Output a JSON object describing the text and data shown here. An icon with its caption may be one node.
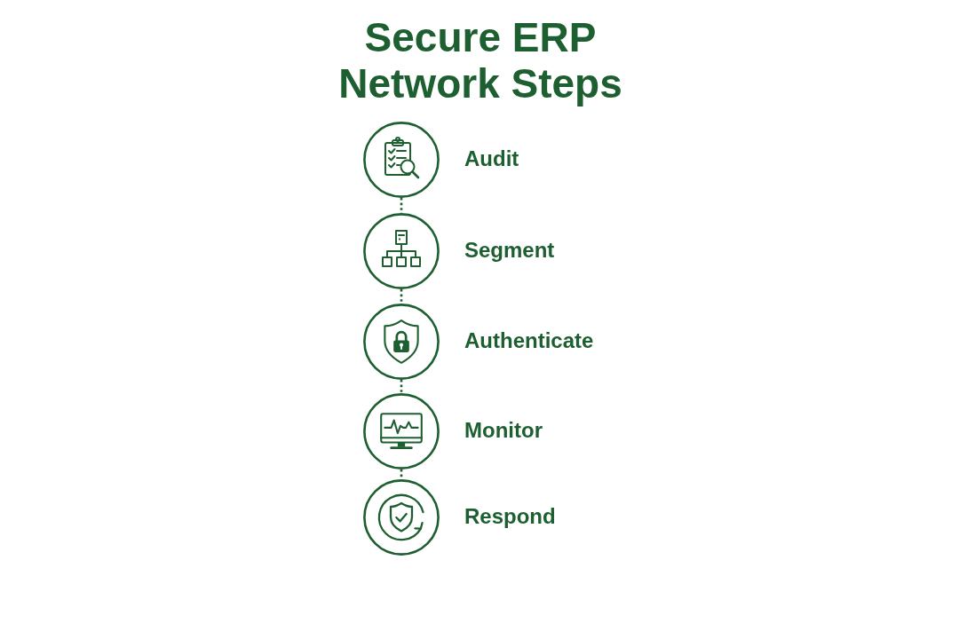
{
  "diagram": {
    "title": "Secure ERP Network Steps",
    "nodes": [
      {
        "text": [],
        "shape": "circle",
        "beside": [
          "Audit"
        ]
      },
      {
        "text": [],
        "shape": "circle",
        "beside": [
          "Segment"
        ]
      },
      {
        "text": [],
        "shape": "circle",
        "beside": [
          "Authenticate"
        ]
      },
      {
        "text": [],
        "shape": "circle",
        "beside": [
          "Monitor"
        ]
      },
      {
        "text": [],
        "shape": "circle",
        "beside": [
          "Respond"
        ]
      }
    ],
    "edges": [
      {
        "from": 0,
        "to": 1,
        "arrow": "none",
        "style": "dashed"
      },
      {
        "from": 1,
        "to": 2,
        "arrow": "none",
        "style": "dashed"
      },
      {
        "from": 2,
        "to": 3,
        "arrow": "none",
        "style": "dashed"
      },
      {
        "from": 3,
        "to": 4,
        "arrow": "none",
        "style": "dashed"
      }
    ]
  }
}
